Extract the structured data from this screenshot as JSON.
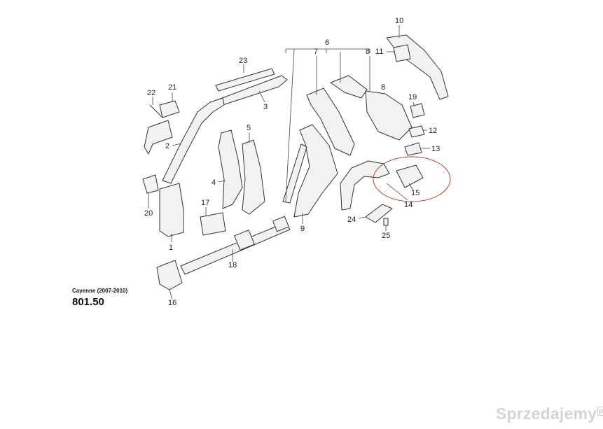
{
  "caption": {
    "model": "Cayenne (2007-2010)",
    "code": "801.50"
  },
  "watermark": {
    "text": "Sprzedajemy",
    "suffix": "pl"
  },
  "callouts": [
    "1",
    "2",
    "3",
    "4",
    "5",
    "6",
    "7",
    "8",
    "8",
    "9",
    "10",
    "11",
    "12",
    "13",
    "14",
    "15",
    "16",
    "17",
    "18",
    "19",
    "20",
    "21",
    "22",
    "23",
    "24",
    "25"
  ],
  "colors": {
    "line": "#333333",
    "part_fill": "#f4f4f4",
    "highlight": "#c0392b",
    "watermark": "#d4d4d4"
  }
}
